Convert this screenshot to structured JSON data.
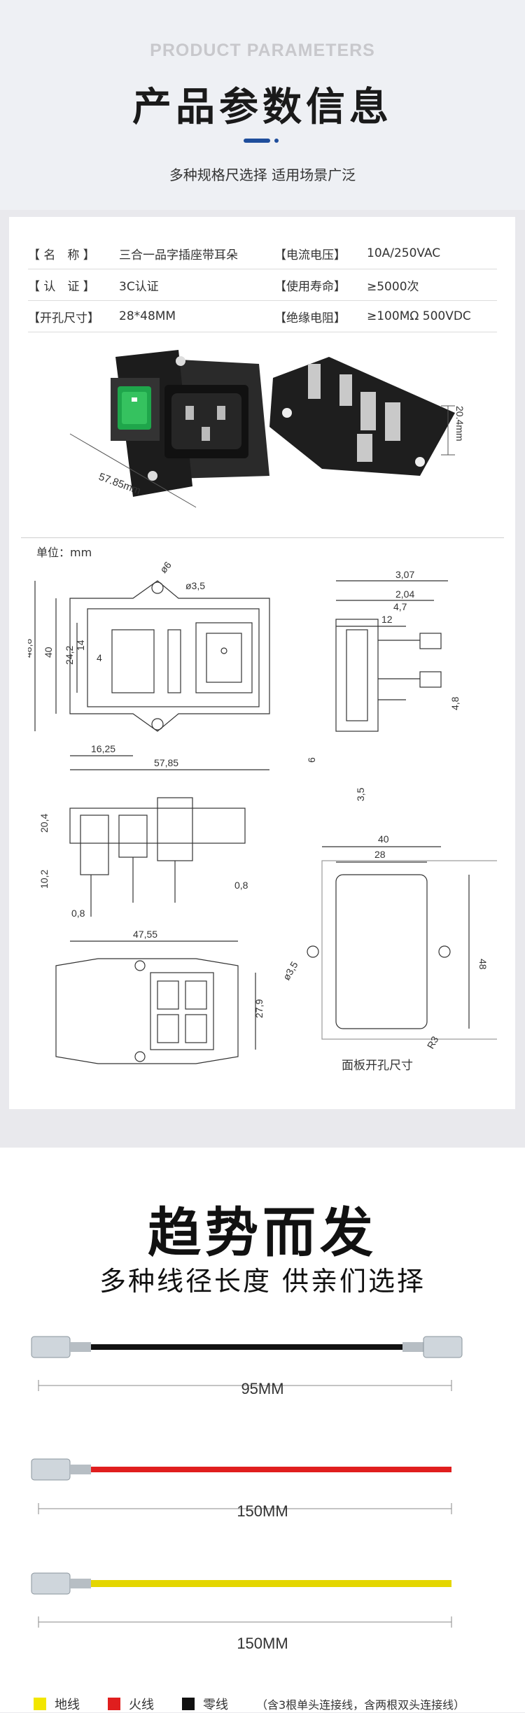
{
  "header": {
    "en_title": "PRODUCT PARAMETERS",
    "cn_title": "产品参数信息",
    "subtitle": "多种规格尺选择  适用场景广泛"
  },
  "specs": [
    {
      "k1": "【 名　称 】",
      "v1": "三合一品字插座带耳朵",
      "k2": "【电流电压】",
      "v2": "10A/250VAC"
    },
    {
      "k1": "【 认　证 】",
      "v1": "3C认证",
      "k2": "【使用寿命】",
      "v2": "≥5000次"
    },
    {
      "k1": "【开孔尺寸】",
      "v1": "28*48MM",
      "k2": "【绝缘电阻】",
      "v2": "≥100MΩ 500VDC"
    }
  ],
  "photo": {
    "dim_width": "57.85mm",
    "dim_height": "20.4mm"
  },
  "drawing": {
    "unit": "单位：mm",
    "dims": {
      "d6": "ø6",
      "d35": "ø3,5",
      "h488": "48,8",
      "h40": "40",
      "h242": "24,2",
      "h14": "14",
      "h4": "4",
      "w1625": "16,25",
      "w5785": "57,85",
      "w307": "3,07",
      "w204": "2,04",
      "w47": "4,7",
      "w12": "12",
      "h48": "4,8",
      "h6": "6",
      "h35": "3,5",
      "h204": "20,4",
      "h102": "10,2",
      "w08a": "0,8",
      "w08b": "0,8",
      "w4755": "47,55",
      "h279": "27,9",
      "p40": "40",
      "p28": "28",
      "p48": "48",
      "pd35": "ø3,5",
      "pr3": "R3"
    },
    "panel_caption": "面板开孔尺寸"
  },
  "trend": {
    "title": "趋势而发",
    "subtitle": "多种线径长度 供亲们选择",
    "wires": [
      {
        "label": "95MM",
        "color": "#111111"
      },
      {
        "label": "150MM",
        "color": "#e01e1e"
      },
      {
        "label": "150MM",
        "color": "#e4d600"
      }
    ],
    "legend": [
      {
        "label": "地线",
        "color": "#f2e600"
      },
      {
        "label": "火线",
        "color": "#e01e1e"
      },
      {
        "label": "零线",
        "color": "#111111"
      }
    ],
    "legend_note": "（含3根单头连接线，含两根双头连接线）"
  }
}
